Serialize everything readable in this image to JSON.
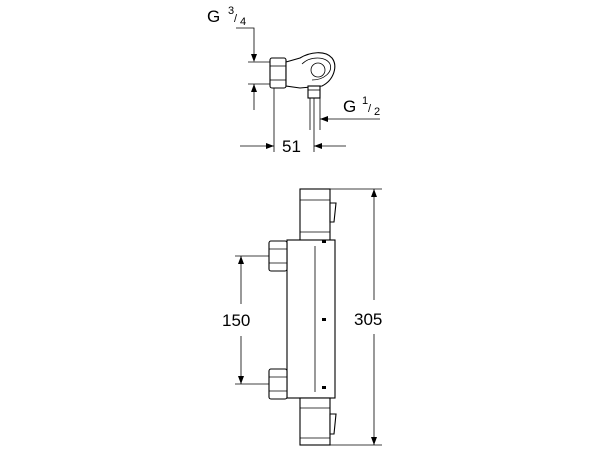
{
  "top_view": {
    "inlet_label": "G",
    "inlet_num": "3",
    "inlet_den": "4",
    "outlet_label": "G",
    "outlet_num": "1",
    "outlet_den": "2",
    "width_dim": "51"
  },
  "front_view": {
    "inlet_spacing": "150",
    "total_height": "305"
  }
}
